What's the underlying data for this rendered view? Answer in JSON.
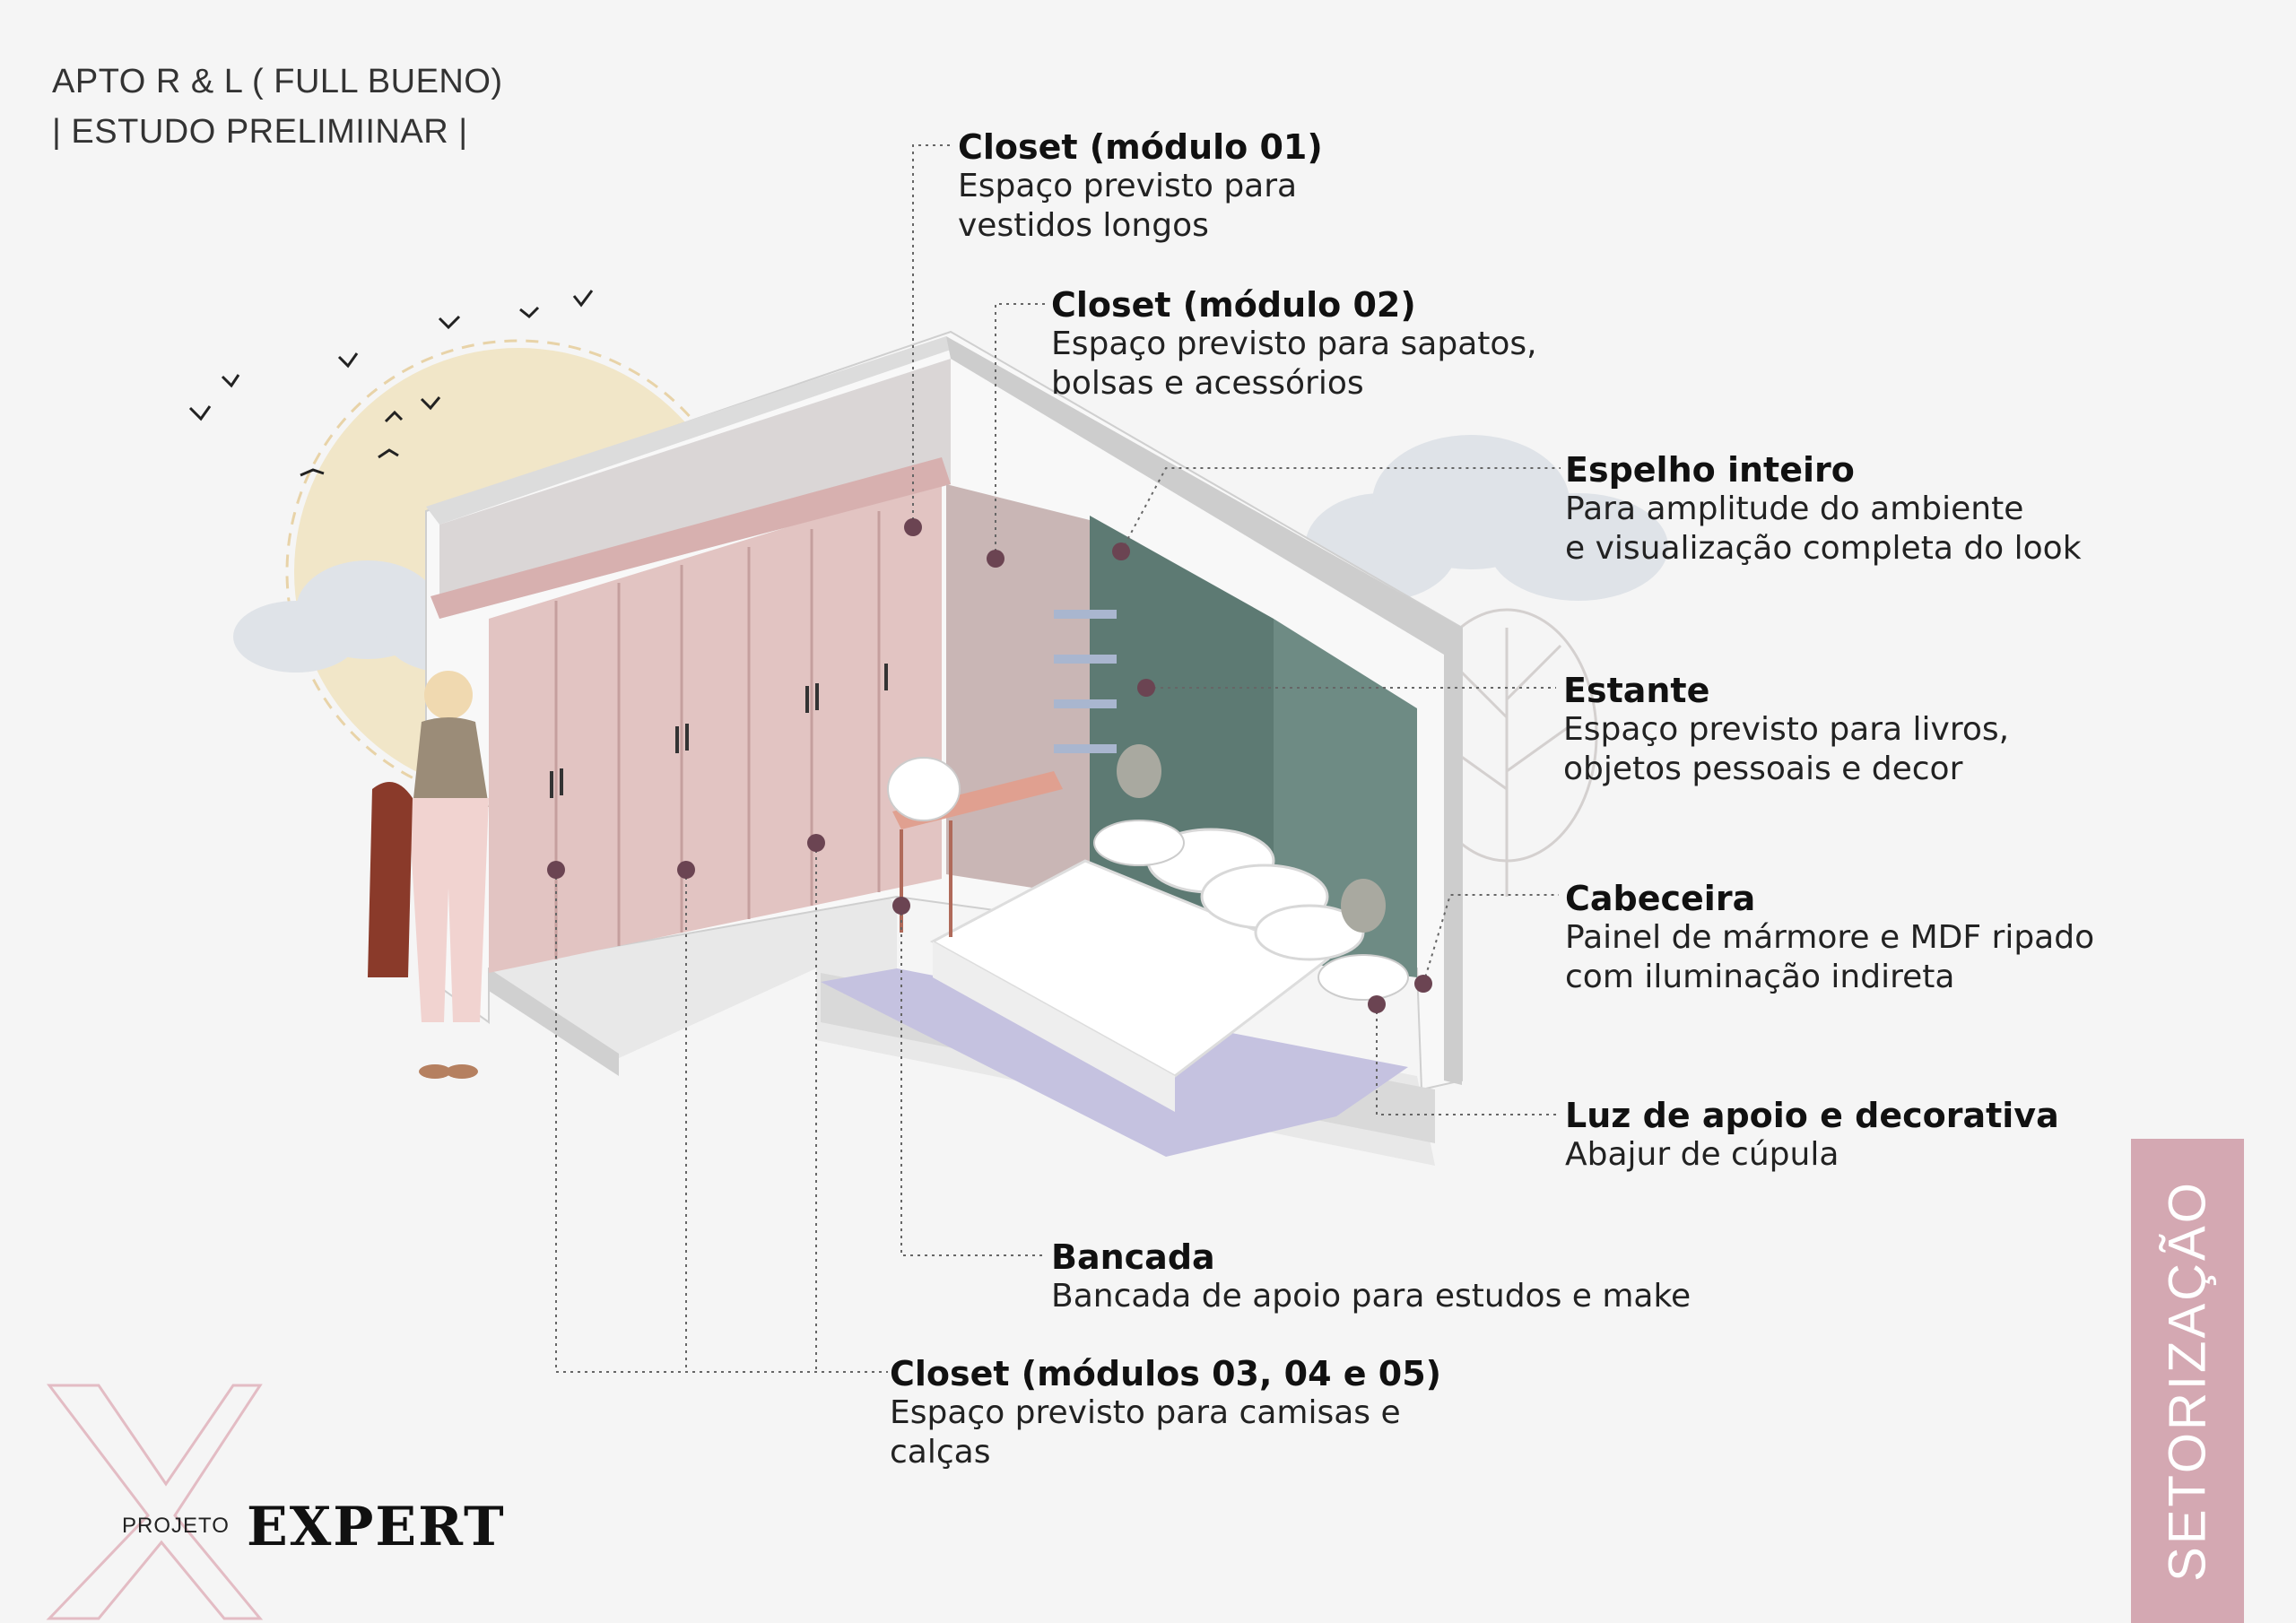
{
  "header": {
    "title": "APTO R & L ( FULL BUENO)",
    "subtitle": "| ESTUDO PRELIMIINAR |"
  },
  "annotations": [
    {
      "title": "Closet (módulo 01)",
      "desc": "Espaço previsto para\nvestidos longos"
    },
    {
      "title": "Closet (módulo 02)",
      "desc": "Espaço previsto para sapatos,\nbolsas e acessórios"
    },
    {
      "title": "Espelho inteiro",
      "desc": "Para amplitude do ambiente\ne visualização completa do look"
    },
    {
      "title": "Estante",
      "desc": "Espaço previsto para livros,\nobjetos pessoais e decor"
    },
    {
      "title": "Cabeceira",
      "desc": "Painel de mármore e MDF ripado\ncom iluminação indireta"
    },
    {
      "title": "Luz de apoio e decorativa",
      "desc": "Abajur de cúpula"
    },
    {
      "title": "Bancada",
      "desc": "Bancada de apoio para estudos e make"
    },
    {
      "title": "Closet (módulos 03, 04 e 05)",
      "desc": "Espaço previsto para camisas e\ncalças"
    }
  ],
  "brand": {
    "prefix": "PROJETO",
    "name": "EXPERT"
  },
  "side_tab": "SETORIZAÇÃO",
  "colors": {
    "wardrobe": "#e2c4c2",
    "mirror_panel": "#5d7a73",
    "rug": "#c5c2e0",
    "marker": "#6b4452",
    "side_tab": "#d4a8b2",
    "sun": "#f1e6c8"
  }
}
